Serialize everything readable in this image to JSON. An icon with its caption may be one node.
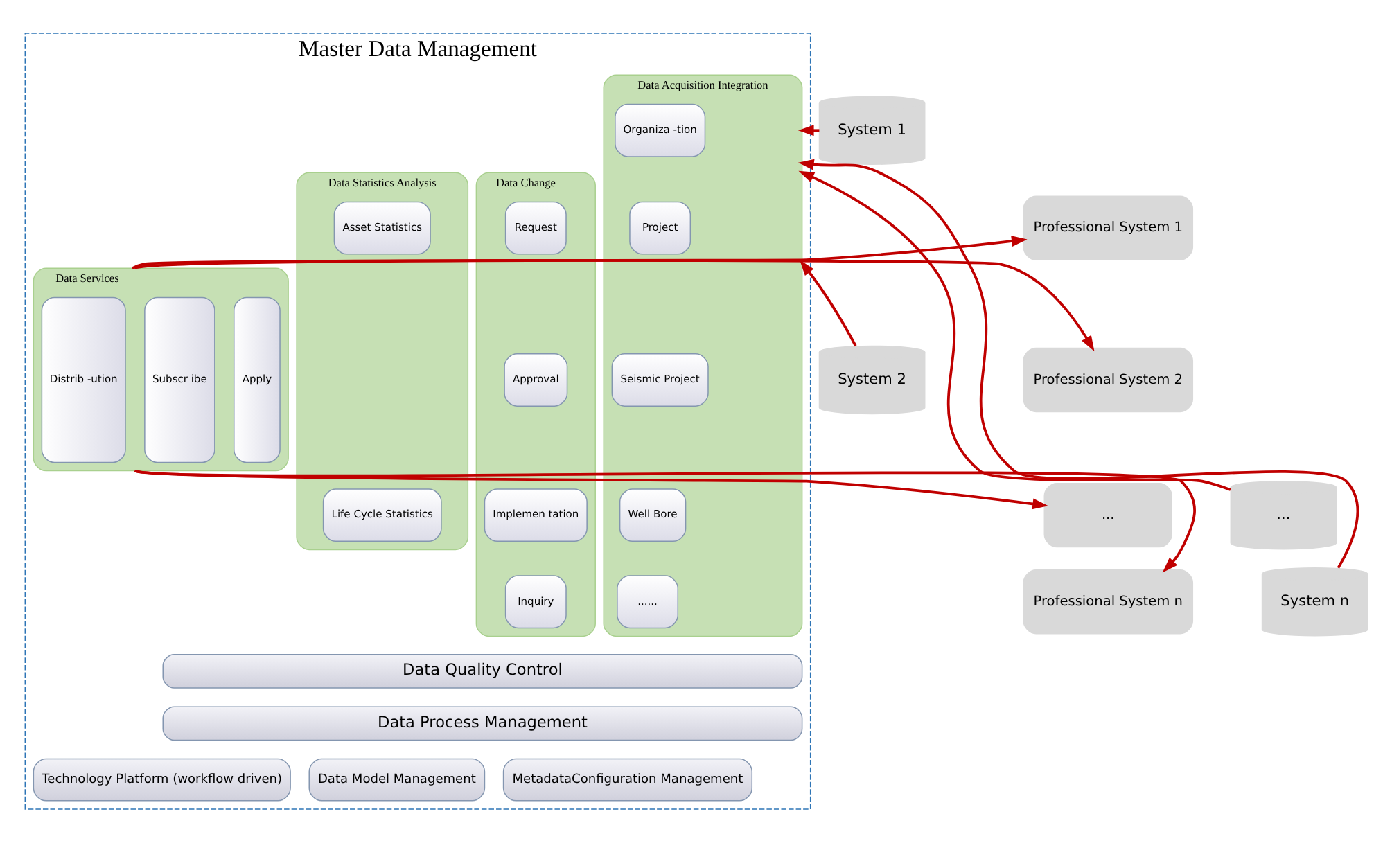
{
  "diagram": {
    "nodes": [
      {
        "text": [
          "Master Data Management"
        ]
      },
      {
        "text": [
          "System 1"
        ]
      },
      {
        "text": [
          "System 2"
        ]
      },
      {
        "text": [
          "..."
        ]
      },
      {
        "text": [
          "System n"
        ]
      },
      {
        "text": [
          "Data Acquisition Integration"
        ],
        "in": 0
      },
      {
        "text": [
          "Organiza -tion"
        ],
        "in": 5
      },
      {
        "text": [
          "Project"
        ],
        "in": 5
      },
      {
        "text": [
          "Seismic Project"
        ],
        "in": 5
      },
      {
        "text": [
          "Well Bore"
        ],
        "in": 5
      },
      {
        "text": [
          "......"
        ],
        "in": 5
      },
      {
        "text": [
          "Data Change"
        ],
        "in": 0
      },
      {
        "text": [
          "Request"
        ],
        "in": 11
      },
      {
        "text": [
          "Approval"
        ],
        "in": 11
      },
      {
        "text": [
          "Implemen tation"
        ],
        "in": 11
      },
      {
        "text": [
          "Inquiry"
        ],
        "in": 11
      },
      {
        "text": [
          "Data Statistics Analysis"
        ],
        "in": 0
      },
      {
        "text": [
          "Asset Statistics"
        ],
        "in": 16
      },
      {
        "text": [
          "Life Cycle Statistics"
        ],
        "in": 16
      },
      {
        "text": [
          "Data Services"
        ],
        "in": 0
      },
      {
        "text": [
          "Apply"
        ],
        "in": 19
      },
      {
        "text": [
          "Subscr ibe"
        ],
        "in": 19
      },
      {
        "text": [
          "Distrib -ution"
        ],
        "in": 19
      },
      {
        "text": [
          "Data Quality Control"
        ],
        "in": 0
      },
      {
        "text": [
          "Data Process Management"
        ],
        "in": 0
      },
      {
        "text": [
          "Data Model Management"
        ],
        "in": 0
      },
      {
        "text": [
          "MetadataConfiguration Management"
        ],
        "in": 0
      },
      {
        "text": [
          "Technology Platform (workflow driven)"
        ],
        "in": 0
      },
      {
        "text": [
          "Professional System 1"
        ]
      },
      {
        "text": [
          "Professional System 2"
        ]
      },
      {
        "text": [
          "..."
        ]
      },
      {
        "text": [
          "Professional System n"
        ]
      }
    ],
    "edges": [
      {
        "from": 1,
        "to": 5,
        "arrow": "to"
      },
      {
        "from": 2,
        "to": 5,
        "arrow": "to"
      },
      {
        "from": 3,
        "to": 5,
        "arrow": "to"
      },
      {
        "from": 4,
        "to": 5,
        "arrow": "to"
      },
      {
        "from": 19,
        "to": 28,
        "arrow": "to"
      },
      {
        "from": 19,
        "to": 29,
        "arrow": "to"
      },
      {
        "from": 19,
        "to": 30,
        "arrow": "to"
      },
      {
        "from": 19,
        "to": 31,
        "arrow": "to"
      }
    ]
  }
}
